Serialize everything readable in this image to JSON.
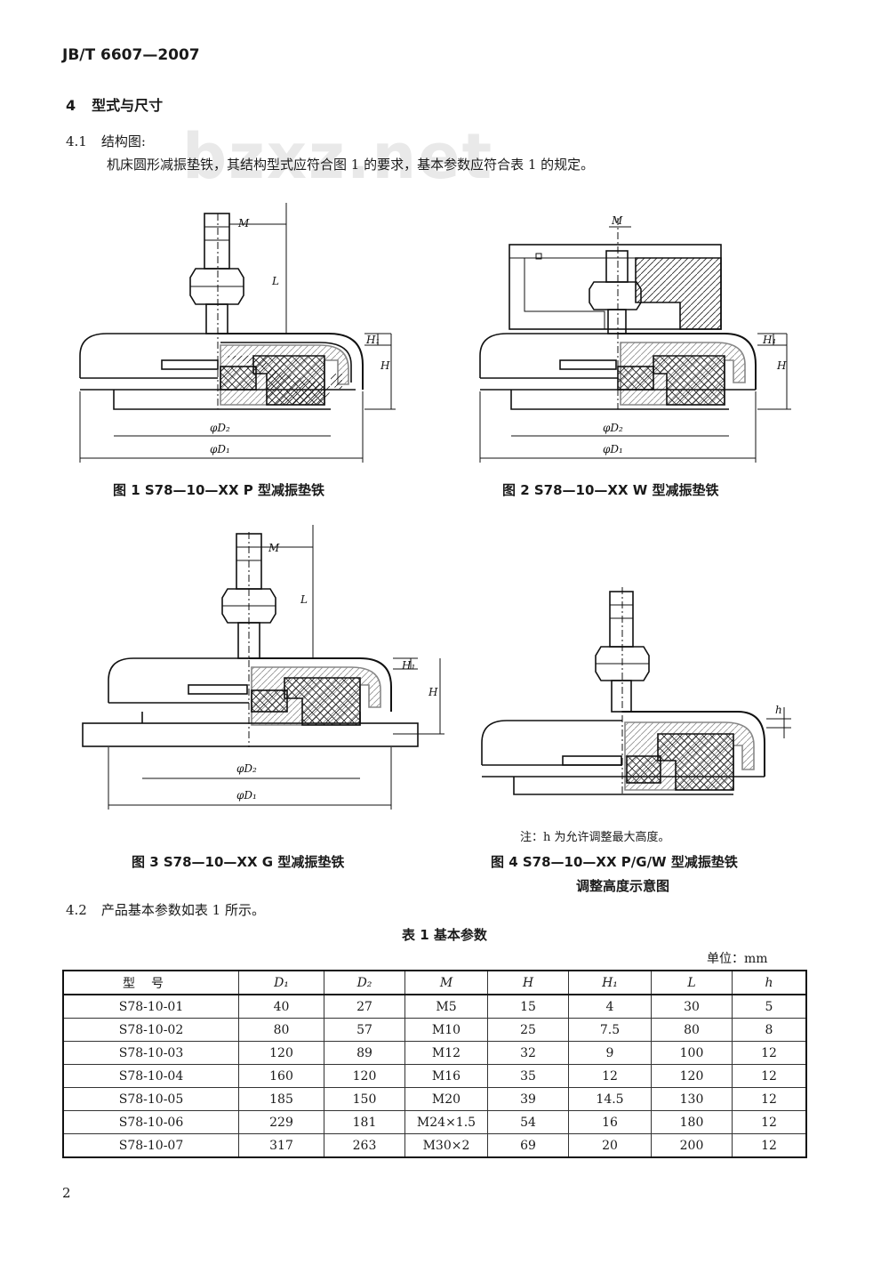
{
  "header": {
    "standard_no": "JB/T 6607—2007"
  },
  "section": {
    "num": "4",
    "title": "型式与尺寸"
  },
  "s41": {
    "num": "4.1",
    "title": "结构图:",
    "text": "机床圆形减振垫铁，其结构型式应符合图 1 的要求，基本参数应符合表 1 的规定。"
  },
  "watermark": "bzxz.net",
  "figures": {
    "fig1": {
      "caption": "图 1   S78—10—XX P 型减振垫铁"
    },
    "fig2": {
      "caption": "图 2   S78—10—XX W 型减振垫铁"
    },
    "fig3": {
      "caption": "图 3   S78—10—XX G 型减振垫铁"
    },
    "fig4": {
      "caption_line1": "图 4   S78—10—XX P/G/W 型减振垫铁",
      "caption_line2": "调整高度示意图",
      "note": "注：h 为允许调整最大高度。"
    },
    "labels": {
      "M": "M",
      "L": "L",
      "H": "H",
      "H1": "H₁",
      "D1": "φD₁",
      "D2": "φD₂",
      "h": "h"
    }
  },
  "s42": {
    "num": "4.2",
    "text": "产品基本参数如表 1 所示。"
  },
  "table": {
    "caption": "表 1   基本参数",
    "unit": "单位：mm",
    "headers": [
      "型号",
      "D₁",
      "D₂",
      "M",
      "H",
      "H₁",
      "L",
      "h"
    ],
    "rows": [
      [
        "S78-10-01",
        "40",
        "27",
        "M5",
        "15",
        "4",
        "30",
        "5"
      ],
      [
        "S78-10-02",
        "80",
        "57",
        "M10",
        "25",
        "7.5",
        "80",
        "8"
      ],
      [
        "S78-10-03",
        "120",
        "89",
        "M12",
        "32",
        "9",
        "100",
        "12"
      ],
      [
        "S78-10-04",
        "160",
        "120",
        "M16",
        "35",
        "12",
        "120",
        "12"
      ],
      [
        "S78-10-05",
        "185",
        "150",
        "M20",
        "39",
        "14.5",
        "130",
        "12"
      ],
      [
        "S78-10-06",
        "229",
        "181",
        "M24×1.5",
        "54",
        "16",
        "180",
        "12"
      ],
      [
        "S78-10-07",
        "317",
        "263",
        "M30×2",
        "69",
        "20",
        "200",
        "12"
      ]
    ]
  },
  "page_number": "2"
}
